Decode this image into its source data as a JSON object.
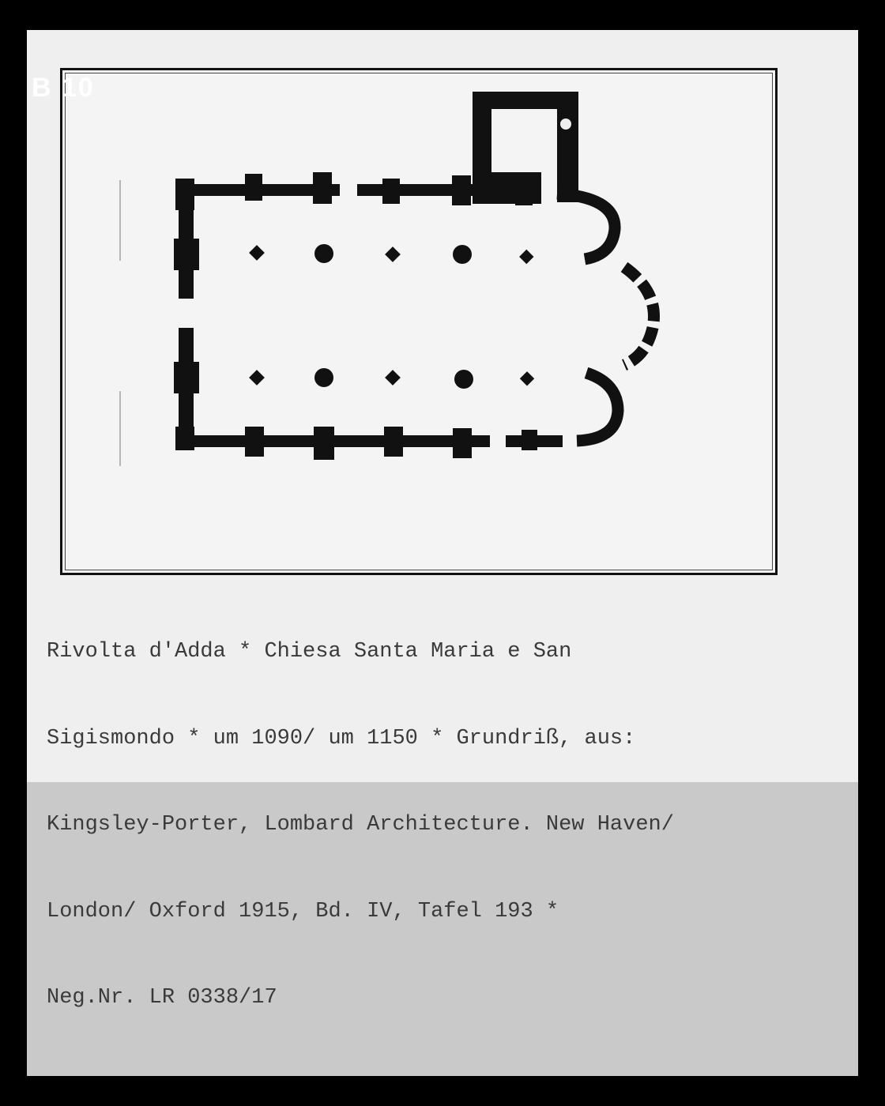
{
  "archive_label": "B 10",
  "caption": {
    "lines": [
      "Rivolta d'Adda * Chiesa Santa Maria e San",
      "Sigismondo * um 1090/ um 1150 * Grundriß, aus:",
      "Kingsley-Porter, Lombard Architecture. New Haven/",
      "London/ Oxford 1915, Bd. IV, Tafel 193 *",
      "Neg.Nr. LR 0338/17"
    ]
  },
  "colors": {
    "ink": "#111111",
    "paper": "#efefef",
    "backing": "#c9c9c9",
    "frame": "#000000"
  }
}
